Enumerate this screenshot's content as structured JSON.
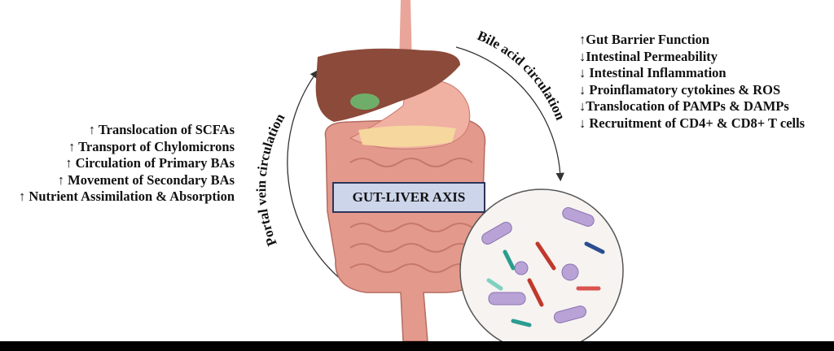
{
  "left_list": [
    {
      "arrow": "↑",
      "text": "Translocation of SCFAs"
    },
    {
      "arrow": "↑",
      "text": "Transport of Chylomicrons"
    },
    {
      "arrow": "↑",
      "text": "Circulation of Primary BAs"
    },
    {
      "arrow": "↑",
      "text": "Movement of Secondary BAs"
    },
    {
      "arrow": "↑",
      "text": "Nutrient Assimilation & Absorption"
    }
  ],
  "right_list": [
    {
      "arrow": "↑",
      "text": "Gut Barrier Function"
    },
    {
      "arrow": "↓",
      "text": "Intestinal Permeability"
    },
    {
      "arrow": "↓",
      "text": " Intestinal Inflammation"
    },
    {
      "arrow": "↓",
      "text": " Proinflamatory cytokines & ROS"
    },
    {
      "arrow": "↓",
      "text": "Translocation of PAMPs & DAMPs"
    },
    {
      "arrow": "↓",
      "text": " Recruitment of CD4+ & CD8+ T cells"
    }
  ],
  "portal_label": "Portal vein circulation",
  "bile_label": "Bile acid circulation",
  "axis_label": "GUT-LIVER AXIS",
  "colors": {
    "liver": "#8c4a3a",
    "stomach": "#e9a59a",
    "intestine": "#e39a8c",
    "gallbladder": "#6fae6a",
    "box": "#ccd5ea",
    "microbe_purple": "#b9a3d6"
  }
}
